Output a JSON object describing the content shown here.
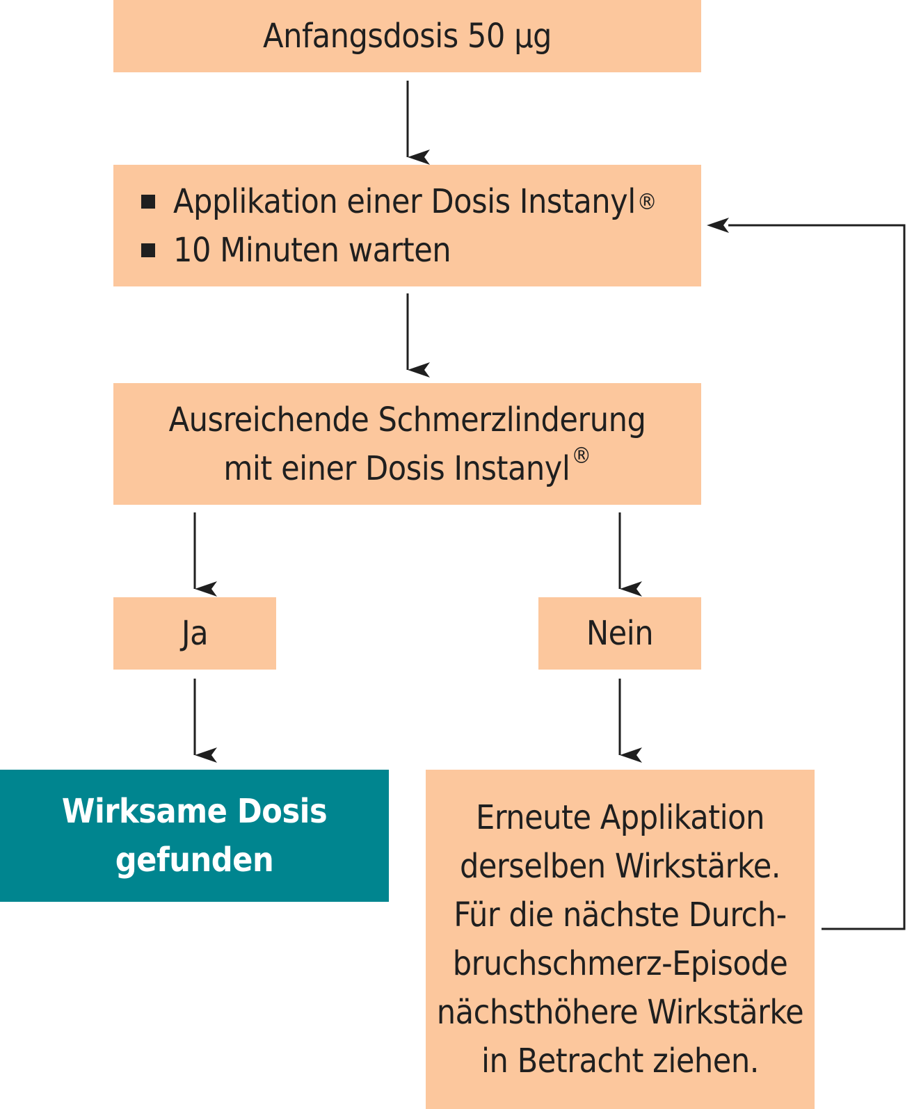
{
  "nodes": {
    "start": {
      "text": "Anfangsdosis 50 µg"
    },
    "apply": {
      "bullets": [
        {
          "text": "Applikation einer Dosis Instanyl",
          "sup": "®"
        },
        {
          "text": "10 Minuten warten",
          "sup": ""
        }
      ]
    },
    "question": {
      "line1": "Ausreichende Schmerzlinderung",
      "line2": "mit einer Dosis Instanyl",
      "line2_sup": "®"
    },
    "yes": {
      "text": "Ja"
    },
    "no": {
      "text": "Nein"
    },
    "found": {
      "line1": "Wirksame Dosis",
      "line2": "gefunden"
    },
    "retry": {
      "lines": [
        "Erneute Applikation",
        "derselben Wirkstärke.",
        "Für die nächste Durch-",
        "bruchschmerz-Episode",
        "nächsthöhere Wirkstärke",
        "in Betracht ziehen."
      ]
    }
  },
  "colors": {
    "box_fill": "#fcc79d",
    "result_fill": "#00858f",
    "result_text": "#ffffff",
    "arrow": "#1f1f1f"
  }
}
